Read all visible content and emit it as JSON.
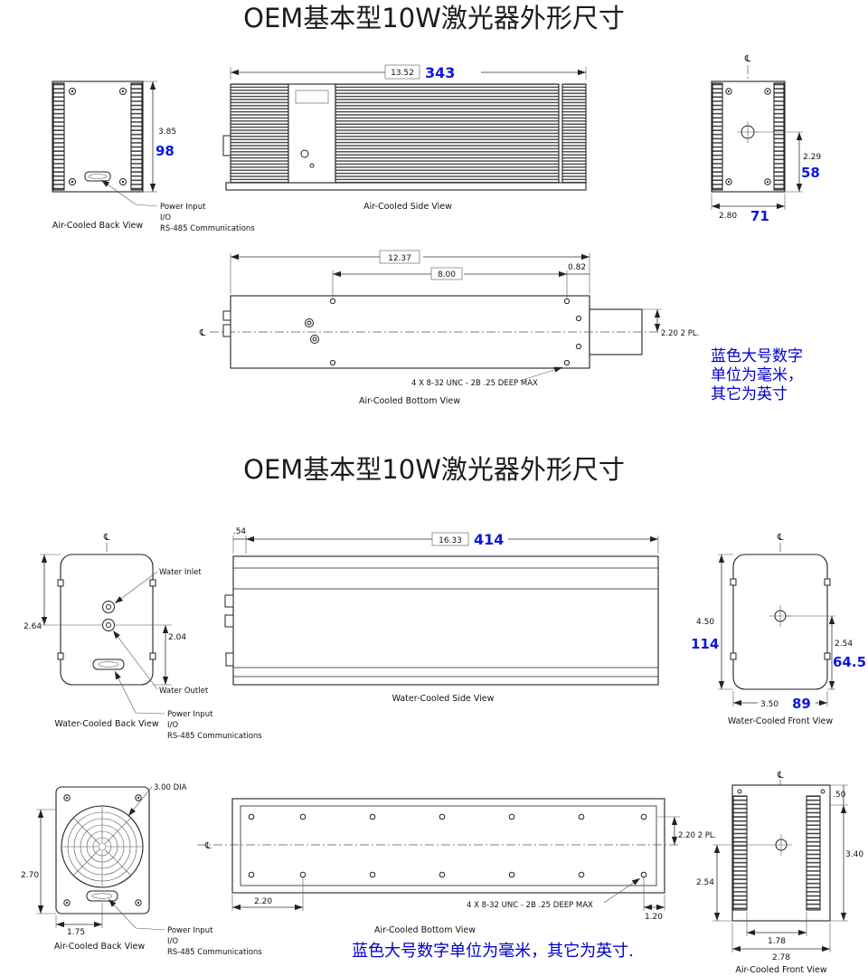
{
  "colors": {
    "mm_blue": "#0a18d8",
    "note_blue": "#0000cc"
  },
  "symbols": {
    "centerline": "℄"
  },
  "titles": {
    "top": "OEM基本型10W激光器外形尺寸",
    "mid": "OEM基本型10W激光器外形尺寸"
  },
  "notes": {
    "right_line1": "蓝色大号数字",
    "right_line2": "单位为毫米，",
    "right_line3": "其它为英寸",
    "bottom": "蓝色大号数字单位为毫米，其它为英寸."
  },
  "air1": {
    "back": {
      "label": "Air-Cooled Back View",
      "h_in": "3.85",
      "h_mm": "98",
      "ann1": "Power Input",
      "ann2": "I/O",
      "ann3": "RS-485 Communications"
    },
    "side": {
      "label": "Air-Cooled Side View",
      "len_in": "13.52",
      "len_mm": "343"
    },
    "front": {
      "h_in": "2.29",
      "h_mm": "58",
      "w_in": "2.80",
      "w_mm": "71"
    },
    "bottom": {
      "label": "Air-Cooled Bottom View",
      "len_in": "12.37",
      "span_in": "8.00",
      "off_in": "0.82",
      "side_in": "2.20 2 PL.",
      "callout": "4 X 8-32 UNC - 2B .25 DEEP MAX"
    }
  },
  "water": {
    "back": {
      "label": "Water-Cooled Back View",
      "d1_in": "2.64",
      "d2_in": "2.04",
      "ann_inlet": "Water Inlet",
      "ann_outlet": "Water Outlet",
      "ann1": "Power Input",
      "ann2": "I/O",
      "ann3": "RS-485 Communications"
    },
    "side": {
      "label": "Water-Cooled Side View",
      "off_in": ".54",
      "len_in": "16.33",
      "len_mm": "414"
    },
    "front": {
      "label": "Water-Cooled Front View",
      "h_in": "4.50",
      "h_mm": "114",
      "r_in": "2.54",
      "r_mm": "64.5",
      "w_in": "3.50",
      "w_mm": "89"
    }
  },
  "air2": {
    "back": {
      "label": "Air-Cooled Back View",
      "fan": "3.00 DIA",
      "h_in": "2.70",
      "w_in": "1.75",
      "ann1": "Power Input",
      "ann2": "I/O",
      "ann3": "RS-485 Communications"
    },
    "bottom": {
      "label": "Air-Cooled Bottom View",
      "l_in": "2.20",
      "side_in": "2.20 2 PL.",
      "r_in": "1.20",
      "callout": "4 X 8-32 UNC - 2B .25 DEEP MAX"
    },
    "front": {
      "label": "Air-Cooled Front View",
      "top_in": ".50",
      "h_in": "3.40",
      "l_in": "2.54",
      "w1_in": "1.78",
      "w2_in": "2.78"
    }
  }
}
